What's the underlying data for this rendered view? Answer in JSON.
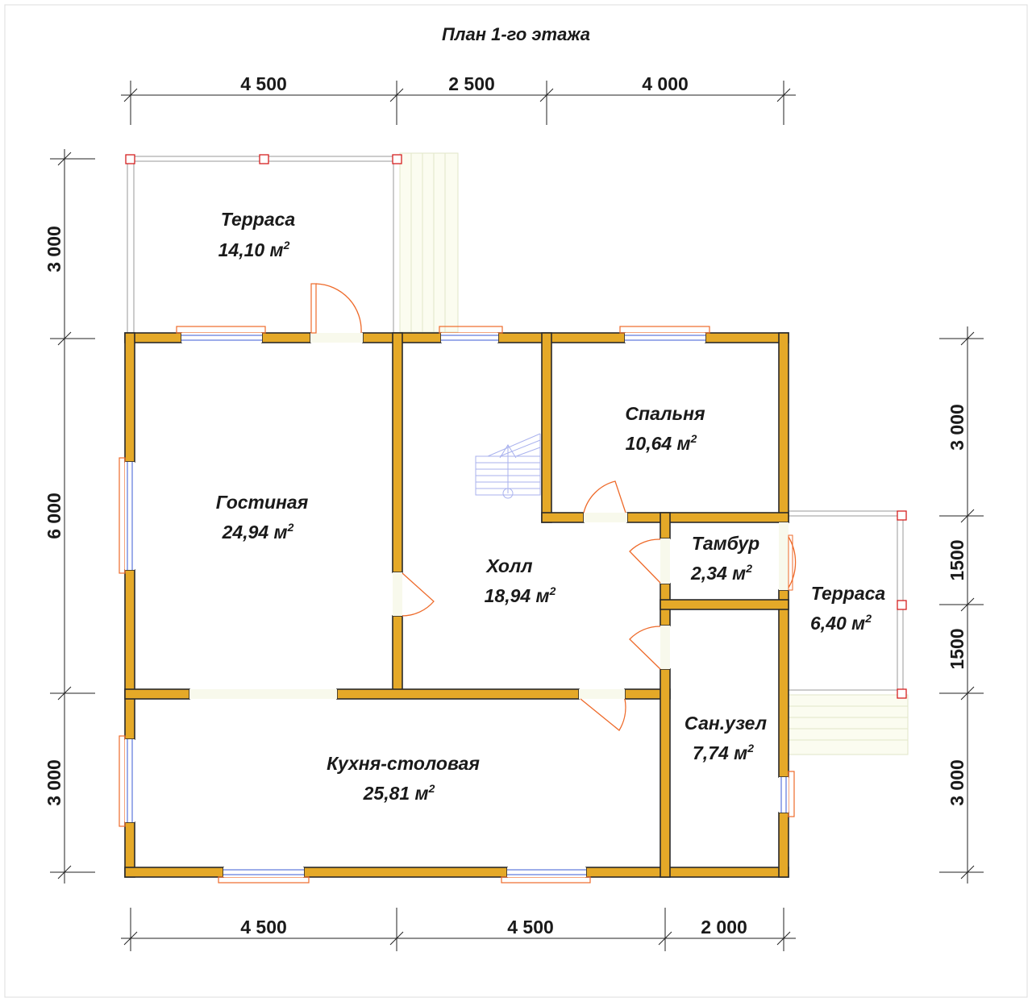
{
  "title": "План 1-го этажа",
  "dimensions": {
    "top": [
      "4 500",
      "2 500",
      "4 000"
    ],
    "bottom": [
      "4 500",
      "4 500",
      "2 000"
    ],
    "left": [
      "3 000",
      "6 000",
      "3 000"
    ],
    "right": [
      "3 000",
      "1500",
      "1500",
      "3 000"
    ]
  },
  "rooms": [
    {
      "name": "Терраса",
      "area": "14,10 м"
    },
    {
      "name": "Спальня",
      "area": "10,64 м"
    },
    {
      "name": "Гостиная",
      "area": "24,94 м"
    },
    {
      "name": "Холл",
      "area": "18,94 м"
    },
    {
      "name": "Тамбур",
      "area": "2,34 м"
    },
    {
      "name": "Терраса",
      "area": "6,40 м"
    },
    {
      "name": "Сан.узел",
      "area": "7,74 м"
    },
    {
      "name": "Кухня-столовая",
      "area": "25,81 м"
    }
  ],
  "area_superscript": "2",
  "colors": {
    "wall": "#E5A928",
    "window_glass": "#3b5bd6",
    "window_frame": "#ee6a2a",
    "door": "#ee6a2a",
    "post": "#d62020",
    "stair": "#a9b2ee"
  }
}
